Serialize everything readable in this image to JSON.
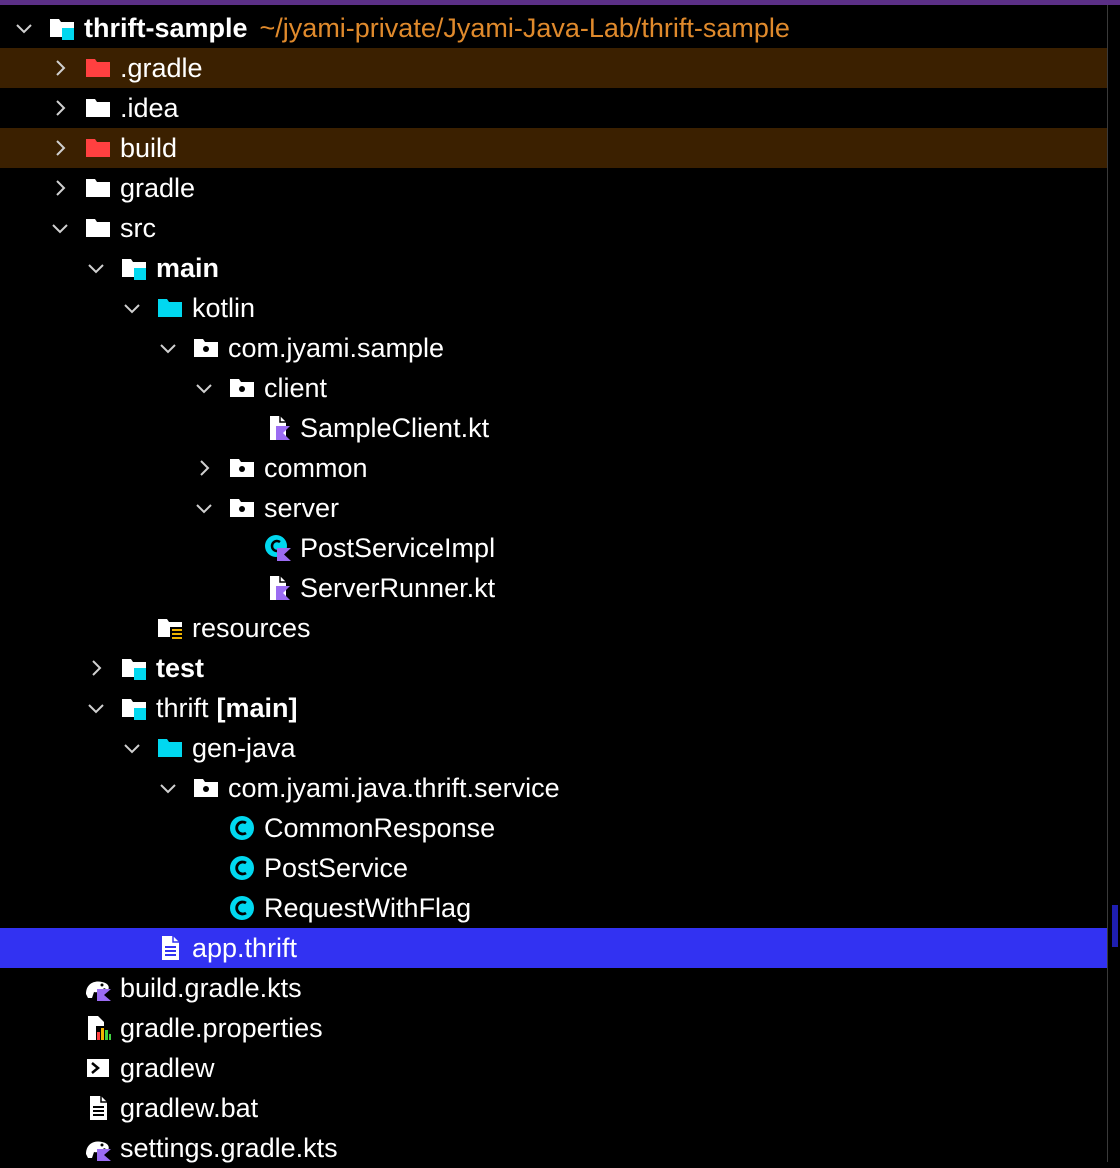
{
  "tree": {
    "root": {
      "label": "thrift-sample",
      "path": "~/jyami-private/Jyami-Java-Lab/thrift-sample"
    },
    "items": {
      "gradle_dir": ".gradle",
      "idea_dir": ".idea",
      "build_dir": "build",
      "gradle_folder": "gradle",
      "src": "src",
      "main": "main",
      "kotlin": "kotlin",
      "pkg_sample": "com.jyami.sample",
      "client": "client",
      "sample_client": "SampleClient.kt",
      "common": "common",
      "server": "server",
      "post_service_impl": "PostServiceImpl",
      "server_runner": "ServerRunner.kt",
      "resources": "resources",
      "test": "test",
      "thrift": "thrift",
      "thrift_suffix": "[main]",
      "gen_java": "gen-java",
      "pkg_thrift": "com.jyami.java.thrift.service",
      "common_response": "CommonResponse",
      "post_service": "PostService",
      "request_with_flag": "RequestWithFlag",
      "app_thrift": "app.thrift",
      "build_gradle_kts": "build.gradle.kts",
      "gradle_properties": "gradle.properties",
      "gradlew": "gradlew",
      "gradlew_bat": "gradlew.bat",
      "settings_gradle_kts": "settings.gradle.kts"
    }
  },
  "colors": {
    "background": "#000000",
    "excluded_row": "#3b2000",
    "selected_row": "#3232f2",
    "path_text": "#e08a2c",
    "excluded_folder": "#ff4040",
    "source_folder": "#00d8f0",
    "kotlin_badge": "#9b6cf2",
    "top_border": "#5b2f86"
  },
  "icons": {
    "chevron_right": "chevron-right-icon",
    "chevron_down": "chevron-down-icon",
    "folder": "folder-icon",
    "module_folder": "module-folder-icon",
    "source_root": "source-root-icon",
    "package": "package-icon",
    "kotlin_file": "kotlin-file-icon",
    "kotlin_class": "kotlin-class-icon",
    "java_class": "java-class-icon",
    "resources_folder": "resources-folder-icon",
    "text_file": "text-file-icon",
    "gradle_kts": "gradle-kts-icon",
    "properties_file": "properties-file-icon",
    "shell_script": "shell-script-icon"
  }
}
